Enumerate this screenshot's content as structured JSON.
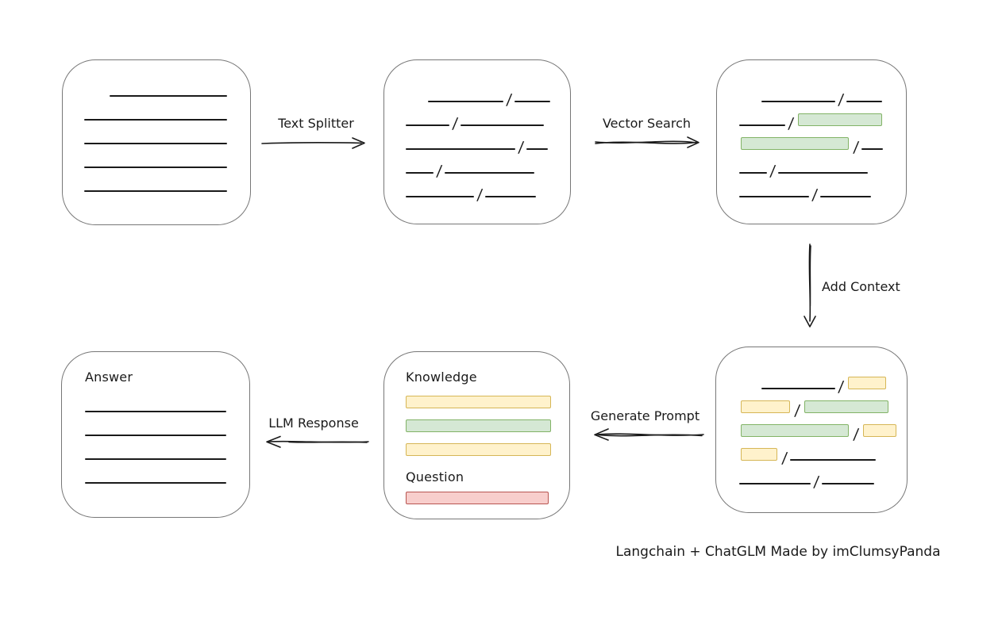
{
  "colors": {
    "line": "#1a1a1a",
    "box_border": "#777777",
    "green_fill": "#d5e8d4",
    "green_border": "#82b366",
    "yellow_fill": "#fff2cc",
    "yellow_border": "#d6b656",
    "red_fill": "#f8cecc",
    "red_border": "#b85450"
  },
  "caption": "Langchain + ChatGLM Made by imClumsyPanda",
  "arrows": {
    "text_splitter": {
      "label": "Text Splitter"
    },
    "vector_search": {
      "label": "Vector Search"
    },
    "add_context": {
      "label": "Add Context"
    },
    "generate_prompt": {
      "label": "Generate Prompt"
    },
    "llm_response": {
      "label": "LLM Response"
    }
  },
  "document_box": {
    "lines": [
      {
        "indent": 32,
        "w": 148
      },
      {
        "indent": 0,
        "w": 180
      },
      {
        "indent": 0,
        "w": 180
      },
      {
        "indent": 0,
        "w": 180
      },
      {
        "indent": 0,
        "w": 180
      }
    ]
  },
  "chunks_box": {
    "rows": [
      {
        "indent": 28,
        "segs": [
          {
            "t": "line",
            "w": 95
          },
          {
            "t": "slash"
          },
          {
            "t": "line",
            "w": 45
          }
        ]
      },
      {
        "indent": 0,
        "segs": [
          {
            "t": "line",
            "w": 55
          },
          {
            "t": "slash"
          },
          {
            "t": "line",
            "w": 105
          }
        ]
      },
      {
        "indent": 0,
        "segs": [
          {
            "t": "line",
            "w": 138
          },
          {
            "t": "slash"
          },
          {
            "t": "line",
            "w": 27
          }
        ]
      },
      {
        "indent": 0,
        "segs": [
          {
            "t": "line",
            "w": 35
          },
          {
            "t": "slash"
          },
          {
            "t": "line",
            "w": 113
          }
        ]
      },
      {
        "indent": 0,
        "segs": [
          {
            "t": "line",
            "w": 86
          },
          {
            "t": "slash"
          },
          {
            "t": "line",
            "w": 64
          }
        ]
      }
    ]
  },
  "matched_box": {
    "rows": [
      {
        "indent": 28,
        "segs": [
          {
            "t": "line",
            "w": 93
          },
          {
            "t": "slash"
          },
          {
            "t": "line",
            "w": 45
          }
        ]
      },
      {
        "indent": 0,
        "segs": [
          {
            "t": "line",
            "w": 58
          },
          {
            "t": "slash"
          },
          {
            "t": "green",
            "w": 106
          }
        ]
      },
      {
        "indent": 0,
        "segs": [
          {
            "t": "green",
            "w": 136
          },
          {
            "t": "slash"
          },
          {
            "t": "line",
            "w": 27
          }
        ]
      },
      {
        "indent": 0,
        "segs": [
          {
            "t": "line",
            "w": 35
          },
          {
            "t": "slash"
          },
          {
            "t": "line",
            "w": 113
          }
        ]
      },
      {
        "indent": 0,
        "segs": [
          {
            "t": "line",
            "w": 88
          },
          {
            "t": "slash"
          },
          {
            "t": "line",
            "w": 64
          }
        ]
      }
    ]
  },
  "context_box": {
    "rows": [
      {
        "indent": 28,
        "segs": [
          {
            "t": "line",
            "w": 93
          },
          {
            "t": "slash"
          },
          {
            "t": "yellow",
            "w": 48
          }
        ]
      },
      {
        "indent": 0,
        "segs": [
          {
            "t": "yellow",
            "w": 62
          },
          {
            "t": "slash"
          },
          {
            "t": "green",
            "w": 106
          }
        ]
      },
      {
        "indent": 0,
        "segs": [
          {
            "t": "green",
            "w": 136
          },
          {
            "t": "slash"
          },
          {
            "t": "yellow",
            "w": 42
          }
        ]
      },
      {
        "indent": 0,
        "segs": [
          {
            "t": "yellow",
            "w": 46
          },
          {
            "t": "slash"
          },
          {
            "t": "line",
            "w": 108
          }
        ]
      },
      {
        "indent": 0,
        "segs": [
          {
            "t": "line",
            "w": 90
          },
          {
            "t": "slash"
          },
          {
            "t": "line",
            "w": 66
          }
        ]
      }
    ]
  },
  "answer_box": {
    "label": "Answer",
    "lines": [
      {
        "indent": 0,
        "w": 178
      },
      {
        "indent": 0,
        "w": 178
      },
      {
        "indent": 0,
        "w": 178
      },
      {
        "indent": 0,
        "w": 178
      }
    ]
  },
  "prompt_box": {
    "knowledge_label": "Knowledge",
    "knowledge_bars": [
      {
        "color": "yellow",
        "w": 183
      },
      {
        "color": "green",
        "w": 183
      },
      {
        "color": "yellow",
        "w": 183
      }
    ],
    "question_label": "Question",
    "question_bars": [
      {
        "color": "red",
        "w": 180
      }
    ]
  }
}
